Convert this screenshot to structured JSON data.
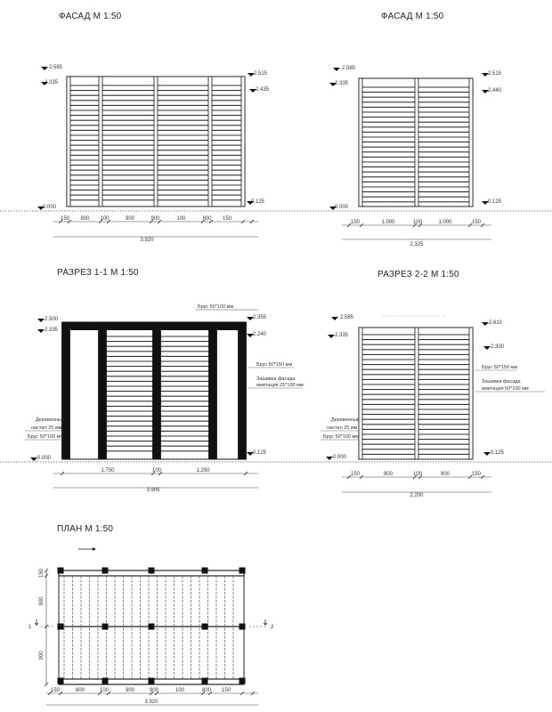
{
  "titles": {
    "facade1": "ФАСАД М 1:50",
    "facade2": "ФАСАД М 1:50",
    "section1": "РАЗРЕЗ 1-1 М 1:50",
    "section2": "РАЗРЕЗ 2-2 М 1:50",
    "plan": "ПЛАН М 1:50"
  },
  "facade1": {
    "lev_top_left": "2.585",
    "lev_sub_left": "2.335",
    "lev_top_right": "2.515",
    "lev_sub_right": "2.435",
    "lev_bottom_left": "0.000",
    "lev_bottom_right": "0.125",
    "dims": [
      "150",
      "800",
      "100",
      "900",
      "900",
      "100",
      "800",
      "150"
    ],
    "total": "3.920"
  },
  "facade2": {
    "lev_top_left": "2.585",
    "lev_sub_left": "2.335",
    "lev_top_right": "2.515",
    "lev_sub_right": "2.440",
    "lev_bottom_left": "0.000",
    "lev_bottom_right": "0.125",
    "dims": [
      "150",
      "1.000",
      "100",
      "1.000",
      "150"
    ],
    "total": "2.325"
  },
  "section1": {
    "lev_top_left": "2.500",
    "lev_sub_left": "2.335",
    "lev_top_right": "2.355",
    "lev_sub_right": "2.240",
    "lev_bottom_left": "0.000",
    "lev_bottom_right": "0.125",
    "note_top": "Брус 50*100 мм",
    "note_r1": "Брус 50*150 мм",
    "note_r2": "Зашивка фасада",
    "note_r3": "имитация 25*100 мм",
    "note_l1": "Деревянный",
    "note_l2": "настил 25 мм",
    "note_l3": "Брус 50*100 мм",
    "dims": [
      "1.750",
      "100",
      "1.250"
    ],
    "total": "3.905"
  },
  "section2": {
    "lev_top_left": "2.585",
    "lev_sub_left": "2.335",
    "lev_top_right": "2.610",
    "lev_sub_right": "2.300",
    "lev_bottom_left": "0.000",
    "lev_bottom_right": "0.125",
    "note_r1": "Брус 50*150 мм",
    "note_r2": "Зашивка фасада",
    "note_r3": "имитация 50*100 мм",
    "note_l1": "Деревянный",
    "note_l2": "настил 25 мм",
    "note_l3": "Брус 50*100 мм",
    "dims": [
      "150",
      "900",
      "100",
      "900",
      "150"
    ],
    "total": "2.200"
  },
  "plan": {
    "axis1": "1",
    "axis2": "2",
    "side_dims": [
      "150",
      "900",
      "900"
    ],
    "dims": [
      "150",
      "800",
      "100",
      "900",
      "900",
      "100",
      "800",
      "150"
    ],
    "total": "3.920"
  }
}
